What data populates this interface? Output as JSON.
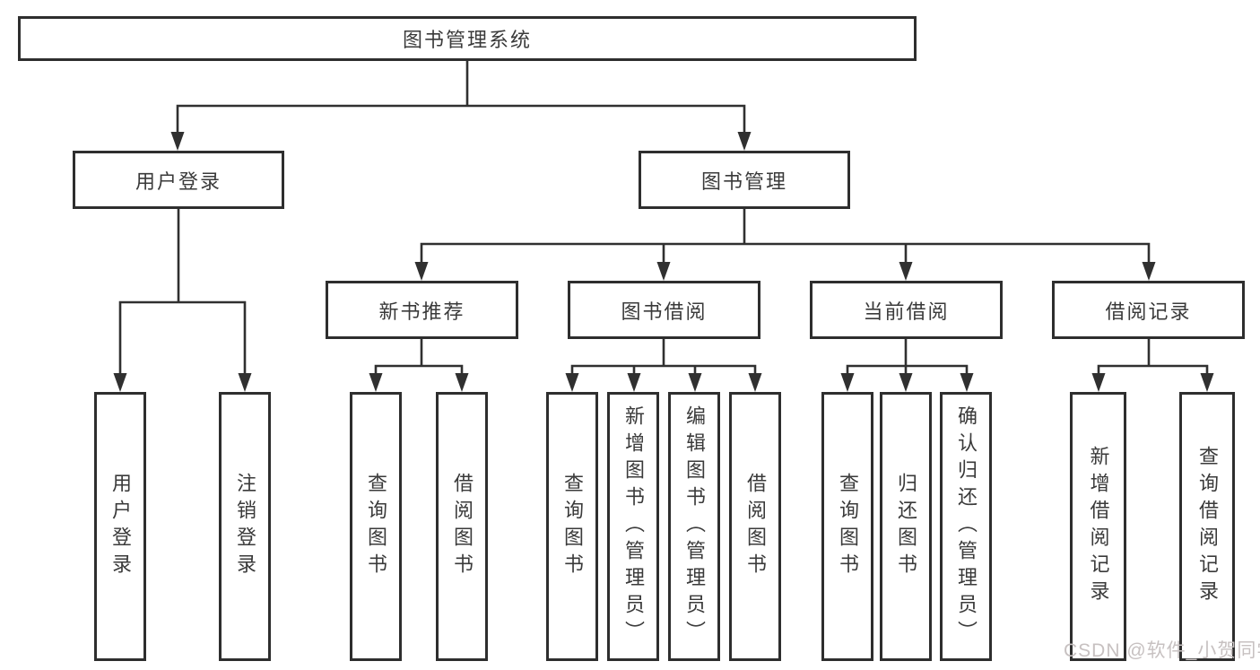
{
  "diagram": {
    "title": "图书管理系统",
    "level2": {
      "user_login": "用户登录",
      "book_mgmt": "图书管理"
    },
    "level3": {
      "new_books": "新书推荐",
      "book_borrow": "图书借阅",
      "current_borrow": "当前借阅",
      "borrow_records": "借阅记录"
    },
    "leaves": {
      "user": [
        "用户登录",
        "注销登录"
      ],
      "new_books": [
        "查询图书",
        "借阅图书"
      ],
      "book_borrow": [
        "查询图书",
        "新增图书（管理员）",
        "编辑图书（管理员）",
        "借阅图书"
      ],
      "current_borrow": [
        "查询图书",
        "归还图书",
        "确认归还（管理员）"
      ],
      "borrow_records": [
        "新增借阅记录",
        "查询借阅记录"
      ]
    }
  },
  "watermark": "CSDN @软件_小贺同学",
  "colors": {
    "line": "#303030",
    "box_border": "#2e2e2e",
    "text": "#3a3a3a",
    "watermark": "#c7c1c1",
    "background": "#ffffff"
  }
}
